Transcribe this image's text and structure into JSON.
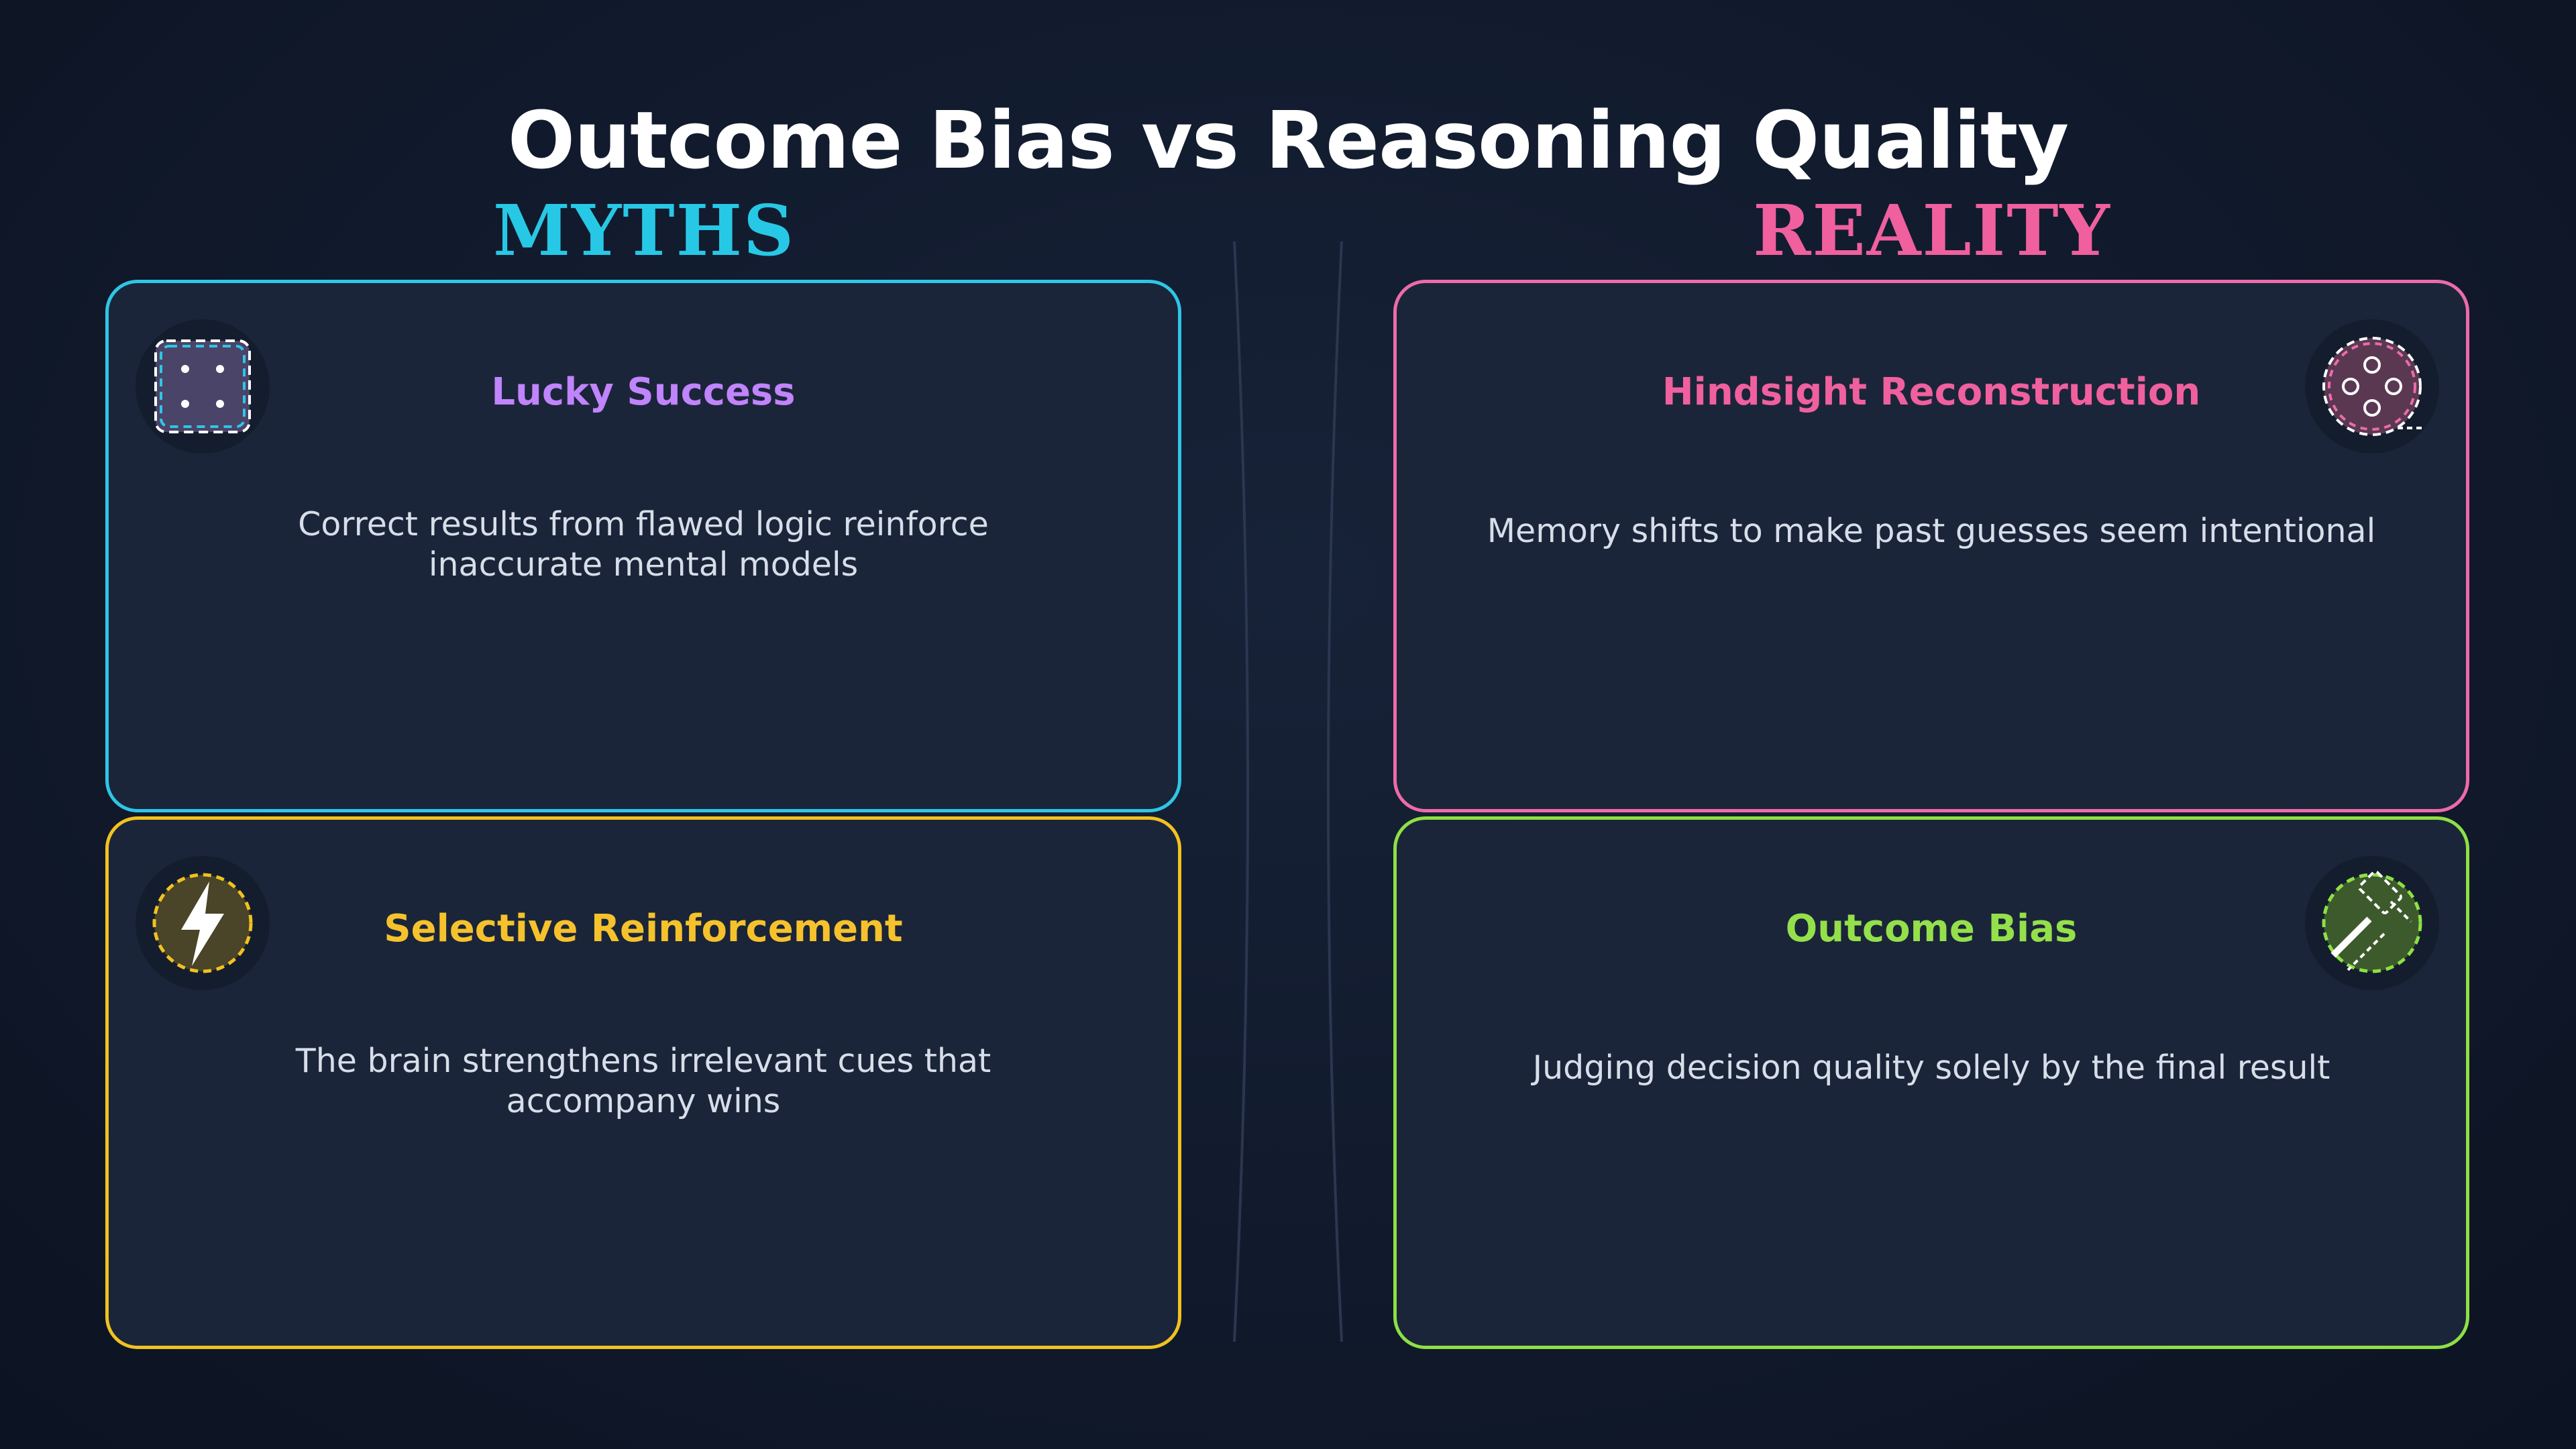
{
  "title": "Outcome Bias vs Reasoning Quality",
  "columns": {
    "myths": "MYTHS",
    "reality": "REALITY"
  },
  "colors": {
    "myths": "#27c8e6",
    "reality": "#f0609e",
    "lucky": "#c084fc",
    "selective": "#f6c22c",
    "hindsight": "#f0609e",
    "outcome": "#94e04a"
  },
  "cards": {
    "lucky": {
      "title": "Lucky Success",
      "description": "Correct results from flawed logic reinforce inaccurate mental models",
      "icon": "dice-icon"
    },
    "selective": {
      "title": "Selective Reinforcement",
      "description": "The brain strengthens irrelevant cues that accompany wins",
      "icon": "lightning-icon"
    },
    "hindsight": {
      "title": "Hindsight Reconstruction",
      "description": "Memory shifts to make past guesses seem intentional",
      "icon": "rotate-dots-icon"
    },
    "outcome": {
      "title": "Outcome Bias",
      "description": "Judging decision quality solely by the final result",
      "icon": "gavel-icon"
    }
  }
}
